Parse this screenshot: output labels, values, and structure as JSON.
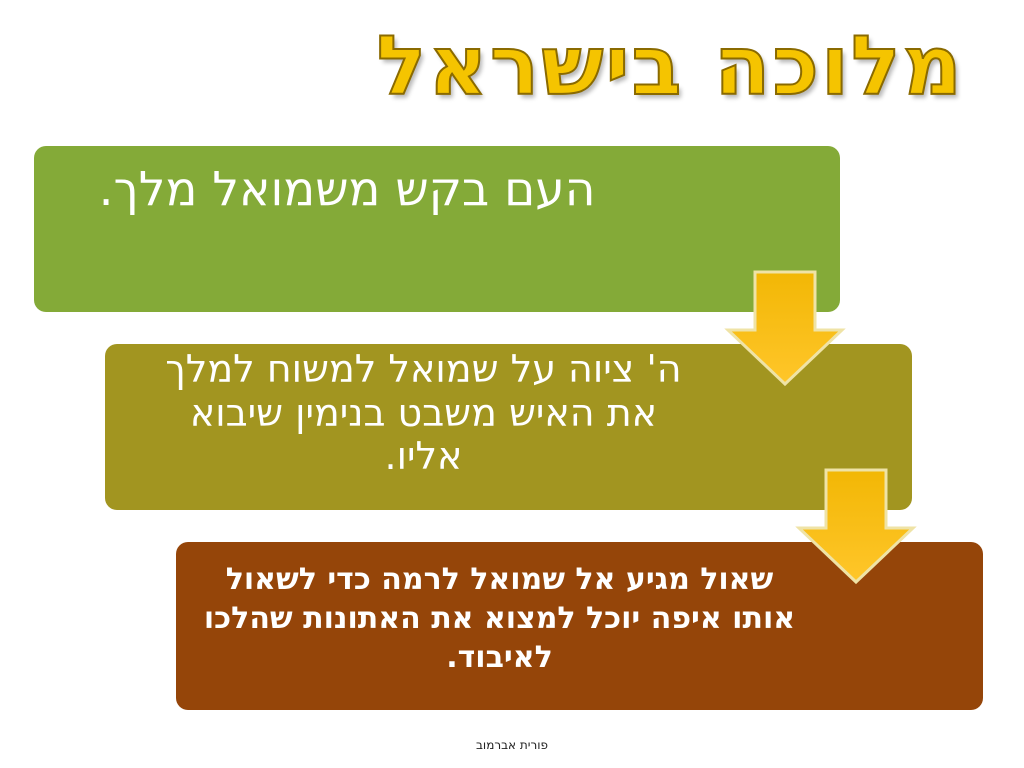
{
  "slide": {
    "title": "מלוכה בישראל",
    "footer": "פורית אברמוב"
  },
  "steps": [
    {
      "text": "העם בקש משמואל מלך."
    },
    {
      "text": "ה' ציוה על שמואל למשוח למלך את האיש משבט בנימין שיבוא אליו."
    },
    {
      "text": "שאול מגיע אל שמואל לרמה כדי לשאול אותו איפה יוכל למצוא את האתונות שהלכו לאיבוד."
    }
  ],
  "colors": {
    "title": "#f5c400",
    "step_1": "#84aa38",
    "step_2": "#a29520",
    "step_3": "#954509",
    "arrow": "#f8be14"
  },
  "icons": [
    "arrow-down-icon",
    "arrow-down-icon"
  ]
}
